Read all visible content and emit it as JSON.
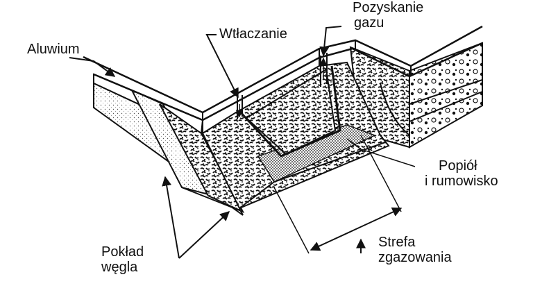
{
  "labels": {
    "aluvium": "Aluwium",
    "injection": "Wtłaczanie",
    "gas_recovery": [
      "Pozyskanie",
      "gazu"
    ],
    "ash": [
      "Popiół",
      "i rumowisko"
    ],
    "gasification_zone": [
      "Strefa",
      "zgazowania"
    ],
    "coal_seam": [
      "Pokład",
      "węgla"
    ]
  },
  "colors": {
    "ink": "#111111",
    "paper": "#ffffff"
  }
}
